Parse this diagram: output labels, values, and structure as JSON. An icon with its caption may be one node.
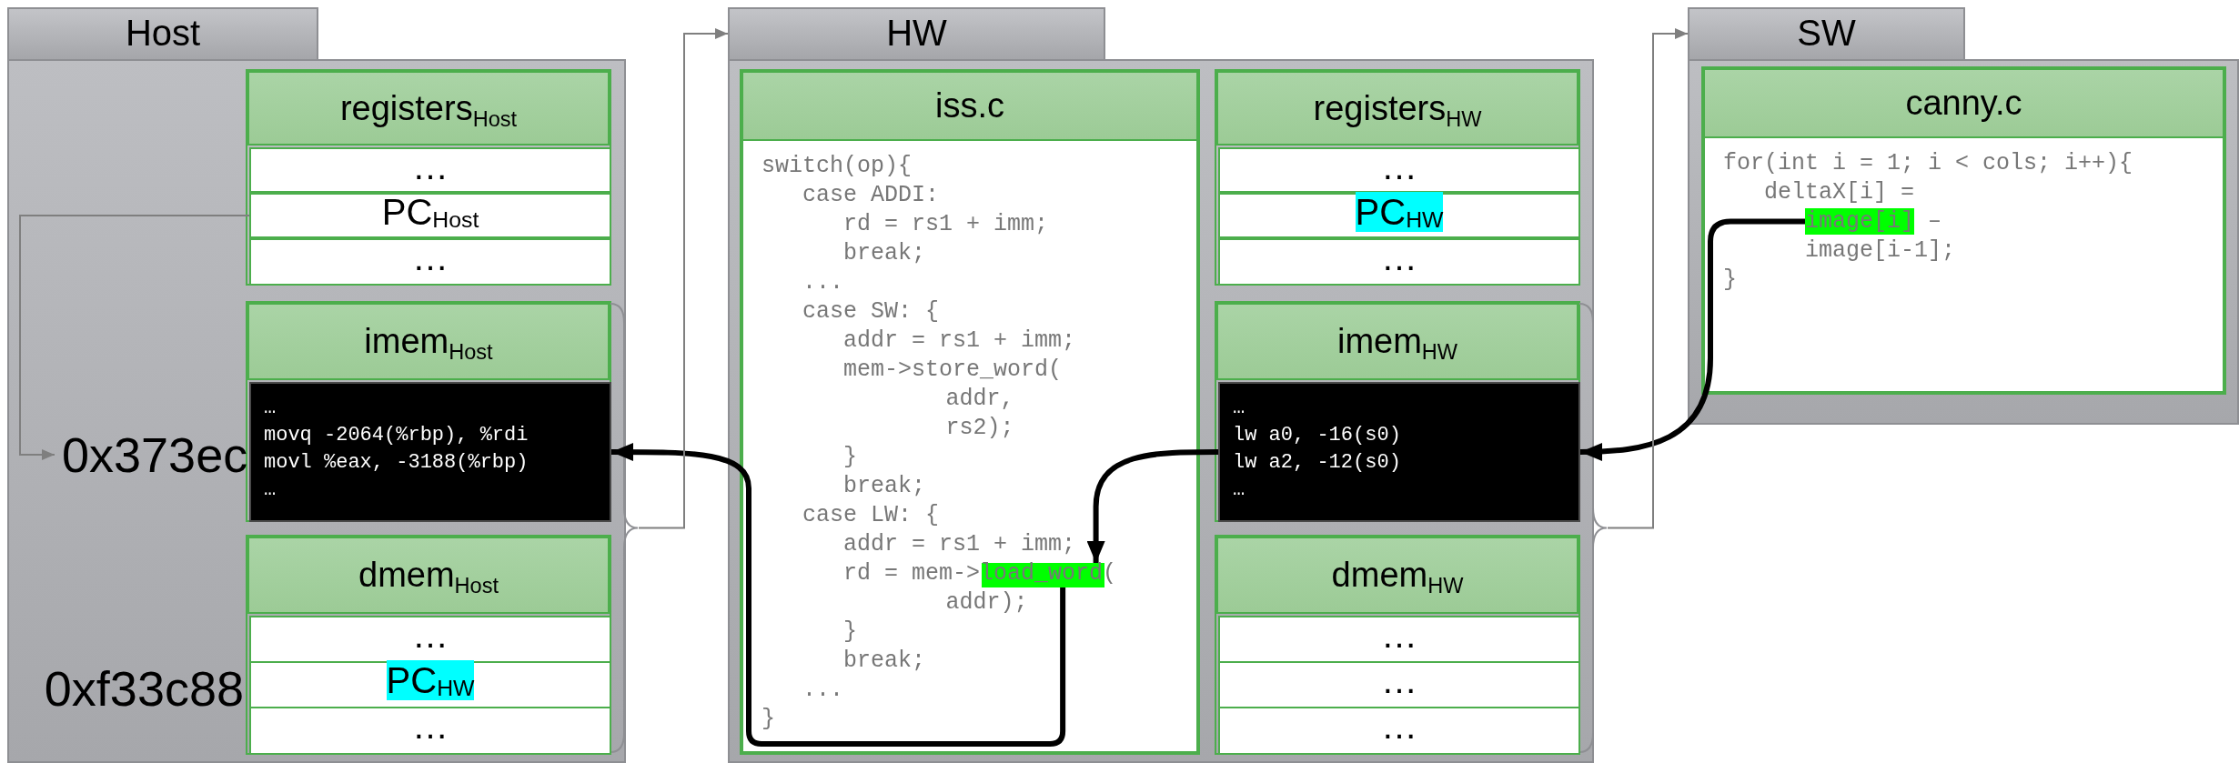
{
  "diagram": {
    "nodes": [
      {
        "text": [
          "Host"
        ]
      },
      {
        "text": [
          "registers$_{Host}$"
        ],
        "in": 0
      },
      {
        "text": [
          "…"
        ],
        "in": 1
      },
      {
        "text": [
          "PC$_{Host}$"
        ],
        "in": 1
      },
      {
        "text": [
          "…"
        ],
        "in": 1
      },
      {
        "text": [
          "imem$_{Host}$"
        ],
        "in": 0
      },
      {
        "text": [
          "…",
          "movq -2064(%rbp), %rdi",
          "movl %eax, -3188(%rbp)",
          "…"
        ],
        "in": 5
      },
      {
        "text": [
          "0x373ec"
        ],
        "in": 0
      },
      {
        "text": [
          "dmem$_{Host}$"
        ],
        "in": 0
      },
      {
        "text": [
          "…"
        ],
        "in": 8
      },
      {
        "text": [
          "PC$_{HW}$"
        ],
        "in": 8
      },
      {
        "text": [
          "…"
        ],
        "in": 8
      },
      {
        "text": [],
        "shape": "brace"
      },
      {
        "text": [
          "HW"
        ]
      },
      {
        "text": [
          "iss.c",
          "switch(op){",
          "case ADDI:",
          "rd = rs1 + imm;",
          "break;",
          "...",
          "case SW: {",
          "addr = rs1 + imm;",
          "mem->store_word(",
          "addr,",
          "rs2);",
          "}",
          "break;",
          "case LW: {",
          "addr = rs1 + imm;",
          "rd = mem->load_word(",
          "addr);",
          "}",
          "break;",
          "...",
          "}"
        ],
        "in": 13
      },
      {
        "text": [],
        "shape": "box",
        "in": 14
      },
      {
        "text": [
          "registers$_{HW}$"
        ],
        "in": 13
      },
      {
        "text": [
          "…"
        ],
        "in": 16
      },
      {
        "text": [
          "PC$_{HW}$"
        ],
        "in": 16
      },
      {
        "text": [
          "…"
        ],
        "in": 16
      },
      {
        "text": [
          "imem$_{HW}$"
        ],
        "in": 13
      },
      {
        "text": [
          "…",
          "lw a0, -16(s0)",
          "lw a2, -12(s0)",
          "…"
        ],
        "in": 20
      },
      {
        "text": [
          "dmem$_{HW}$"
        ],
        "in": 13
      },
      {
        "text": [
          "…"
        ],
        "in": 22
      },
      {
        "text": [
          "…"
        ],
        "in": 22
      },
      {
        "text": [
          "…"
        ],
        "in": 22
      },
      {
        "text": [],
        "shape": "brace"
      },
      {
        "text": [
          "SW"
        ]
      },
      {
        "text": [
          "canny.c",
          "for(int i = 1; i < cols; i++){",
          "deltaX[i] =",
          "–",
          "image[i-1];",
          "}"
        ],
        "in": 27
      },
      {
        "text": [
          "image[i]"
        ],
        "in": 28
      }
    ],
    "edges": [
      {
        "from": 3,
        "to": 7,
        "arrow": "to",
        "color": "#7f7f7f"
      },
      {
        "from": 15,
        "to": 6,
        "arrow": "to",
        "style": "thick",
        "color": "#000000"
      },
      {
        "from": 21,
        "to": 15,
        "arrow": "to",
        "style": "thick",
        "color": "#000000"
      },
      {
        "from": 29,
        "to": 21,
        "arrow": "to",
        "style": "thick",
        "color": "#000000"
      },
      {
        "from": 12,
        "to": 13,
        "arrow": "to",
        "color": "#7f7f7f"
      },
      {
        "from": 26,
        "to": 27,
        "arrow": "to",
        "color": "#7f7f7f"
      }
    ],
    "labels": [
      "0xf33c88"
    ]
  }
}
